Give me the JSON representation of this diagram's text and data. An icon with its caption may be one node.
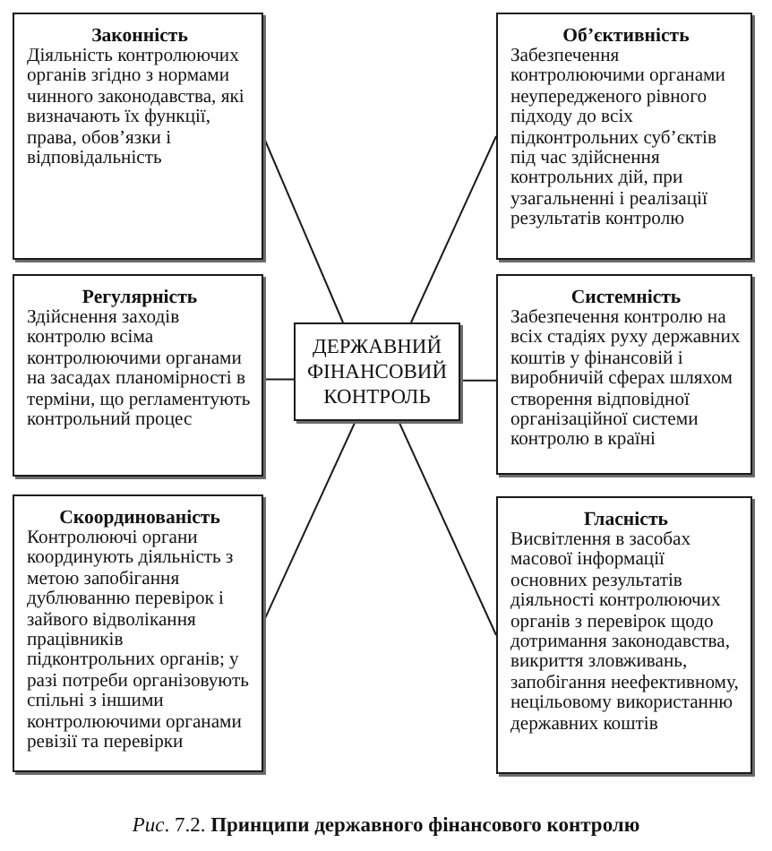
{
  "diagram": {
    "caption": "*Рис*. 7.2. **Принципи державного фінансового контролю**",
    "nodes": [
      {
        "text": [
          "Законність",
          "Діяльність контролюючих органів згідно з нормами чинного законодавства, які визначають їх функції, права, обов’язки і відповідальність"
        ]
      },
      {
        "text": [
          "Об’єктивність",
          "Забезпечення контролюючими органами неупередженого рівного підходу до всіх підконтрольних суб’єктів під час здійснення контрольних дій, при узагальненні і реалізації результатів контролю"
        ]
      },
      {
        "text": [
          "Регулярність",
          "Здійснення заходів контролю всіма контролюючими органами на засадах планомірності в терміни, що регламентують контрольний процес"
        ]
      },
      {
        "text": [
          "ДЕРЖАВНИЙ ФІНАНСОВИЙ КОНТРОЛЬ"
        ]
      },
      {
        "text": [
          "Системність",
          "Забезпечення контролю на всіх стадіях руху державних коштів у фінансовій і виробничій сферах шляхом створення відповідної організаційної системи контролю в країні"
        ]
      },
      {
        "text": [
          "Скоординованість",
          "Контролюючі органи координують діяльність з метою запобігання дублюванню перевірок і зайвого відволікання працівників підконтрольних органів; у разі потреби організовують спільні з іншими контролюючими органами ревізії та перевірки"
        ]
      },
      {
        "text": [
          "Гласність",
          "Висвітлення в засобах масової інформації основних результатів діяльності контролюючих органів з перевірок щодо дотримання законодавства, викриття зловживань, запобігання неефективному, нецільовому використанню державних коштів"
        ]
      }
    ],
    "edges": [
      {
        "from": 3,
        "to": 0,
        "arrow": "none"
      },
      {
        "from": 3,
        "to": 1,
        "arrow": "none"
      },
      {
        "from": 3,
        "to": 2,
        "arrow": "none"
      },
      {
        "from": 3,
        "to": 4,
        "arrow": "none"
      },
      {
        "from": 3,
        "to": 5,
        "arrow": "none"
      },
      {
        "from": 3,
        "to": 6,
        "arrow": "none"
      }
    ]
  }
}
